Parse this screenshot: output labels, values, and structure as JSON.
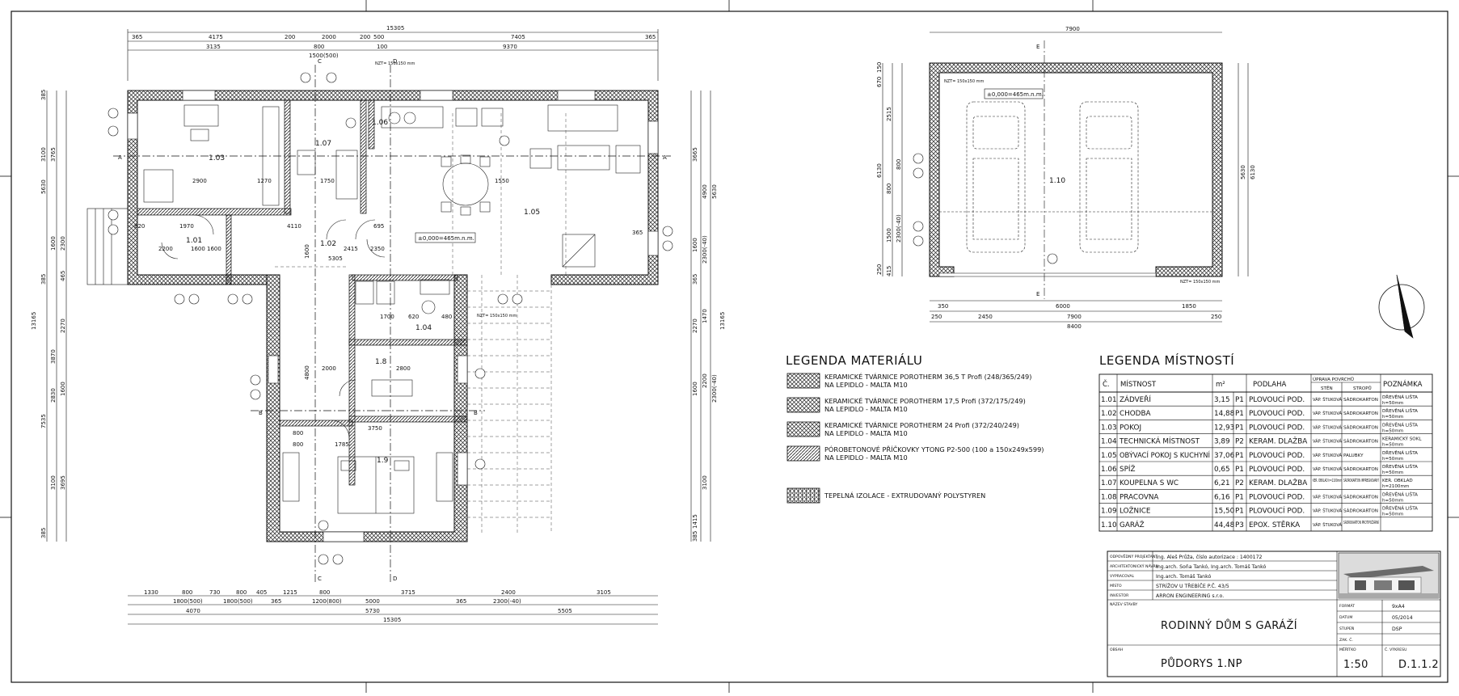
{
  "drawing": {
    "main_plan": {
      "top_total": "15305",
      "top_dims_1": [
        "365",
        "4175",
        "200",
        "2000",
        "200",
        "500",
        "7405",
        "365"
      ],
      "top_dims_2": [
        "3135",
        "800",
        "9370"
      ],
      "top_extra": [
        "1500(500)",
        "100"
      ],
      "bottom_dims_1": [
        "1330",
        "800",
        "730",
        "800",
        "405",
        "1215",
        "800",
        "3715",
        "2400",
        "3105"
      ],
      "bottom_dims_2": [
        "1800(500)",
        "1800(500)",
        "1200(800)",
        "2300(-40)"
      ],
      "bottom_dims_3": [
        "4070",
        "5730",
        "5505"
      ],
      "bottom_total": "15305",
      "bottom_misc": [
        "365",
        "5000",
        "365"
      ],
      "left_dims": [
        "385",
        "3100",
        "3765",
        "5630",
        "1600",
        "2300",
        "465",
        "385",
        "13165",
        "2270",
        "3870",
        "1600",
        "2830",
        "7535",
        "3100",
        "3695",
        "385"
      ],
      "right_dims": [
        "3665",
        "4900",
        "5630",
        "1600",
        "2300(-40)",
        "365",
        "2270",
        "1470",
        "13165",
        "1600",
        "2200",
        "2300(-40)",
        "3100",
        "1415",
        "385"
      ],
      "rooms": [
        {
          "id": "1.01"
        },
        {
          "id": "1.02"
        },
        {
          "id": "1.03"
        },
        {
          "id": "1.04"
        },
        {
          "id": "1.05"
        },
        {
          "id": "1.06"
        },
        {
          "id": "1.07"
        },
        {
          "id": "1.8"
        },
        {
          "id": "1.9"
        }
      ],
      "level_mark": "±0,000=465m.n.m.",
      "inner_dims": [
        "2900",
        "1270",
        "820",
        "1970",
        "4110",
        "695",
        "1600",
        "2415",
        "1750",
        "3750",
        "2800",
        "1700",
        "620",
        "480",
        "800",
        "2200",
        "1600",
        "2350",
        "4800",
        "1785",
        "800",
        "2000",
        "1550",
        "1600",
        "365",
        "5305"
      ],
      "notes": [
        "NZT= 150x150 mm",
        "NZT= 150x150 mm"
      ]
    },
    "garage_plan": {
      "top_total": "7900",
      "bottom_dims_1": [
        "350",
        "6000",
        "1850"
      ],
      "bottom_dims_2": [
        "250",
        "2450",
        "7900",
        "250"
      ],
      "bottom_total": "8400",
      "left_dims": [
        "150",
        "670",
        "2515",
        "6130",
        "800",
        "800",
        "2300(-40)",
        "1500",
        "250",
        "415"
      ],
      "right_dims": [
        "5630",
        "6130"
      ],
      "room": "1.10",
      "level_mark": "±0,000=465m.n.m.",
      "notes": [
        "NZT= 150x150 mm",
        "NZT= 150x150 mm"
      ],
      "axis": "E"
    },
    "axis_labels": [
      "A",
      "A",
      "B",
      "B",
      "C",
      "C",
      "D",
      "D",
      "E",
      "E"
    ]
  },
  "legend_material": {
    "title": "LEGENDA MATERIÁLU",
    "items": [
      {
        "line1": "KERAMICKÉ TVÁRNICE POROTHERM 36,5 T Profi (248/365/249)",
        "line2": "NA LEPIDLO - MALTA M10"
      },
      {
        "line1": "KERAMICKÉ TVÁRNICE POROTHERM 17,5 Profi (372/175/249)",
        "line2": "NA LEPIDLO - MALTA M10"
      },
      {
        "line1": "KERAMICKÉ TVÁRNICE POROTHERM 24 Profi (372/240/249)",
        "line2": "NA LEPIDLO - MALTA M10"
      },
      {
        "line1": "PÓROBETONOVÉ PŘÍČKOVKY YTONG P2-500 (100 a 150x249x599)",
        "line2": "NA LEPIDLO - MALTA M10"
      },
      {
        "line1": "TEPELNÁ IZOLACE - EXTRUDOVANÝ POLYSTYREN",
        "line2": ""
      }
    ]
  },
  "legend_rooms": {
    "title": "LEGENDA MÍSTNOSTÍ",
    "headers": {
      "c": "Č.",
      "name": "MÍSTNOST",
      "area": "m²",
      "floor": "PODLAHA",
      "surface": "ÚPRAVA POVRCHŮ",
      "wall": "STĚN",
      "ceiling": "STROPŮ",
      "note": "POZNÁMKA"
    },
    "rows": [
      {
        "c": "1.01",
        "name": "ZÁDVEŘÍ",
        "area": "3,15",
        "p": "P1",
        "floor": "PLOVOUCÍ POD.",
        "wall": "VÁP. ŠTUKOVÁ",
        "ceiling": "SÁDROKARTON",
        "note1": "DŘEVĚNÁ LIŠTA",
        "note2": "h=50mm"
      },
      {
        "c": "1.02",
        "name": "CHODBA",
        "area": "14,88",
        "p": "P1",
        "floor": "PLOVOUCÍ POD.",
        "wall": "VÁP. ŠTUKOVÁ",
        "ceiling": "SÁDROKARTON",
        "note1": "DŘEVĚNÁ LIŠTA",
        "note2": "h=50mm"
      },
      {
        "c": "1.03",
        "name": "POKOJ",
        "area": "12,93",
        "p": "P1",
        "floor": "PLOVOUCÍ POD.",
        "wall": "VÁP. ŠTUKOVÁ",
        "ceiling": "SÁDROKARTON",
        "note1": "DŘEVĚNÁ LIŠTA",
        "note2": "h=50mm"
      },
      {
        "c": "1.04",
        "name": "TECHNICKÁ MÍSTNOST",
        "area": "3,89",
        "p": "P2",
        "floor": "KERAM. DLAŽBA",
        "wall": "VÁP. ŠTUKOVÁ",
        "ceiling": "SÁDROKARTON",
        "note1": "KERAMICKÝ SOKL",
        "note2": "h=50mm"
      },
      {
        "c": "1.05",
        "name": "OBÝVACÍ POKOJ S KUCHYNÍ",
        "area": "37,06",
        "p": "P1",
        "floor": "PLOVOUCÍ POD.",
        "wall": "VÁP. ŠTUKOVÁ",
        "ceiling": "PALUBKY",
        "note1": "DŘEVĚNÁ LIŠTA",
        "note2": "h=50mm"
      },
      {
        "c": "1.06",
        "name": "SPÍŽ",
        "area": "0,65",
        "p": "P1",
        "floor": "PLOVOUCÍ POD.",
        "wall": "VÁP. ŠTUKOVÁ",
        "ceiling": "SÁDROKARTON",
        "note1": "DŘEVĚNÁ LIŠTA",
        "note2": "h=50mm"
      },
      {
        "c": "1.07",
        "name": "KOUPELNA S WC",
        "area": "6,21",
        "p": "P2",
        "floor": "KERAM. DLAŽBA",
        "wall": "KER. OBKLAD h=2100mm",
        "ceiling": "SÁDROKARTON IMPREGNOVANÝ",
        "note1": "KER. OBKLAD",
        "note2": "h=2100mm"
      },
      {
        "c": "1.08",
        "name": "PRACOVNA",
        "area": "6,16",
        "p": "P1",
        "floor": "PLOVOUCÍ POD.",
        "wall": "VÁP. ŠTUKOVÁ",
        "ceiling": "SÁDROKARTON",
        "note1": "DŘEVĚNÁ LIŠTA",
        "note2": "h=50mm"
      },
      {
        "c": "1.09",
        "name": "LOŽNICE",
        "area": "15,50",
        "p": "P1",
        "floor": "PLOVOUCÍ POD.",
        "wall": "VÁP. ŠTUKOVÁ",
        "ceiling": "SÁDROKARTON",
        "note1": "DŘEVĚNÁ LIŠTA",
        "note2": "h=50mm"
      },
      {
        "c": "1.10",
        "name": "GARÁŽ",
        "area": "44,48",
        "p": "P3",
        "floor": "EPOX. STĚRKA",
        "wall": "VÁP. ŠTUKOVÁ",
        "ceiling": "SÁDROKARTON PROTIPOŽÁRNÍ",
        "note1": "",
        "note2": ""
      }
    ]
  },
  "title_block": {
    "rows": [
      {
        "label": "ODPOVĚDNÝ PROJEKTANT",
        "value": "Ing. Aleš Průža, číslo autorizace : 1400172"
      },
      {
        "label": "ARCHITEKTONICKÝ NÁVRH",
        "value": "Ing.arch. Soňa Tankó, Ing.arch. Tomáš Tankó"
      },
      {
        "label": "VYPRACOVAL",
        "value": "Ing.arch. Tomáš Tankó"
      },
      {
        "label": "MÍSTO",
        "value": "STRÍŽOV U TŘEBÍČE P.Č. 43/5"
      },
      {
        "label": "INVESTOR",
        "value": "ARRON ENGINEERING s.r.o."
      }
    ],
    "stavba_label": "NÁZEV STAVBY",
    "stavba": "RODINNÝ DŮM S GARÁŽÍ",
    "obsah_label": "OBSAH",
    "obsah": "PŮDORYS 1.NP",
    "meta": [
      {
        "label": "FORMÁT",
        "value": "9xA4"
      },
      {
        "label": "DATUM",
        "value": "05/2014"
      },
      {
        "label": "STUPEŇ",
        "value": "DSP"
      },
      {
        "label": "ZAK. Č.",
        "value": ""
      }
    ],
    "scale_label": "MĚŘÍTKO",
    "scale": "1:50",
    "number_label": "Č. VÝKRESU",
    "number": "D.1.1.2"
  },
  "colors": {
    "line": "#111111",
    "paper": "#ffffff",
    "hatch": "#333333",
    "light": "#9a9a9a"
  }
}
